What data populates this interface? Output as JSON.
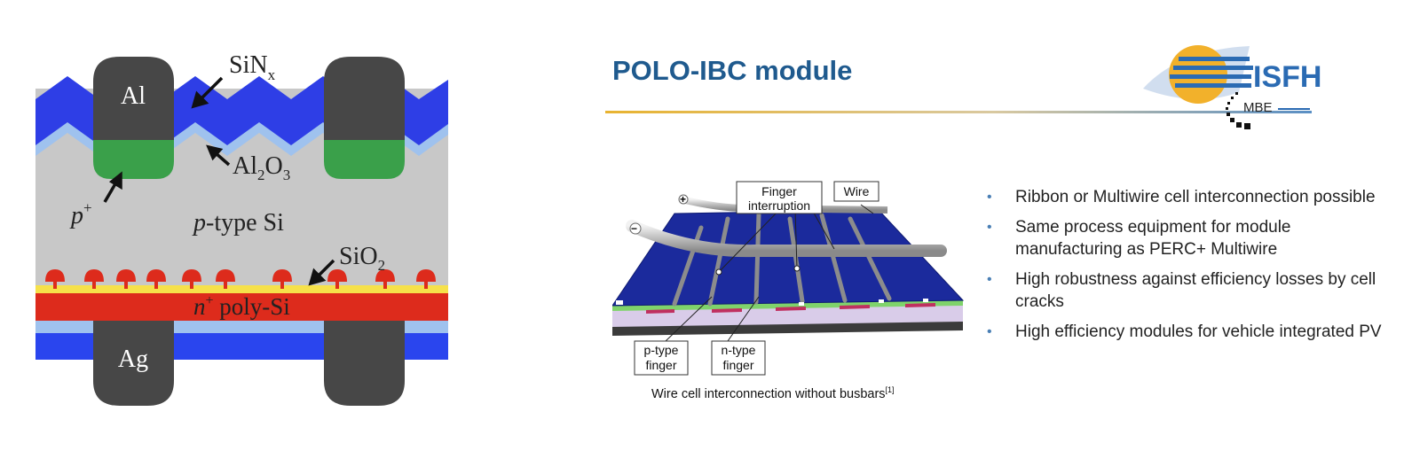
{
  "left_diagram": {
    "contact_top_label": "Al",
    "contact_bottom_label": "Ag",
    "sinx_label": "SiNx",
    "al2o3_label": "Al2O3",
    "p_plus_label": "p+",
    "p_type_label": "p-type Si",
    "sio2_label": "SiO2",
    "n_poly_label": "n+ poly-Si",
    "colors": {
      "silicon": "#c8c8c8",
      "sinx": "#2e3ee6",
      "al2o3": "#9fc2ee",
      "p_plus": "#3aa04a",
      "metal": "#474747",
      "n_poly": "#dd2b1c",
      "sio2": "#f6e14a",
      "bottom_layer": "#2a45ee"
    }
  },
  "slide": {
    "title": "POLO-IBC module",
    "title_color": "#1f5a8e",
    "accent_color": "#e8b330"
  },
  "logo": {
    "brand": "ISFH",
    "sub": "MBE"
  },
  "module_diagram": {
    "label_finger_interruption": "Finger interruption",
    "label_wire": "Wire",
    "label_p_type_finger": "p-type finger",
    "label_n_type_finger": "n-type finger",
    "plus_sign": "+",
    "minus_sign": "−",
    "caption": "Wire cell interconnection without busbars",
    "caption_ref": "[1]"
  },
  "bullets": [
    "Ribbon or Multiwire cell interconnection possible",
    "Same process equipment for module manufacturing as PERC+ Multiwire",
    "High robustness against efficiency losses by cell cracks",
    "High efficiency modules for vehicle integrated PV"
  ]
}
